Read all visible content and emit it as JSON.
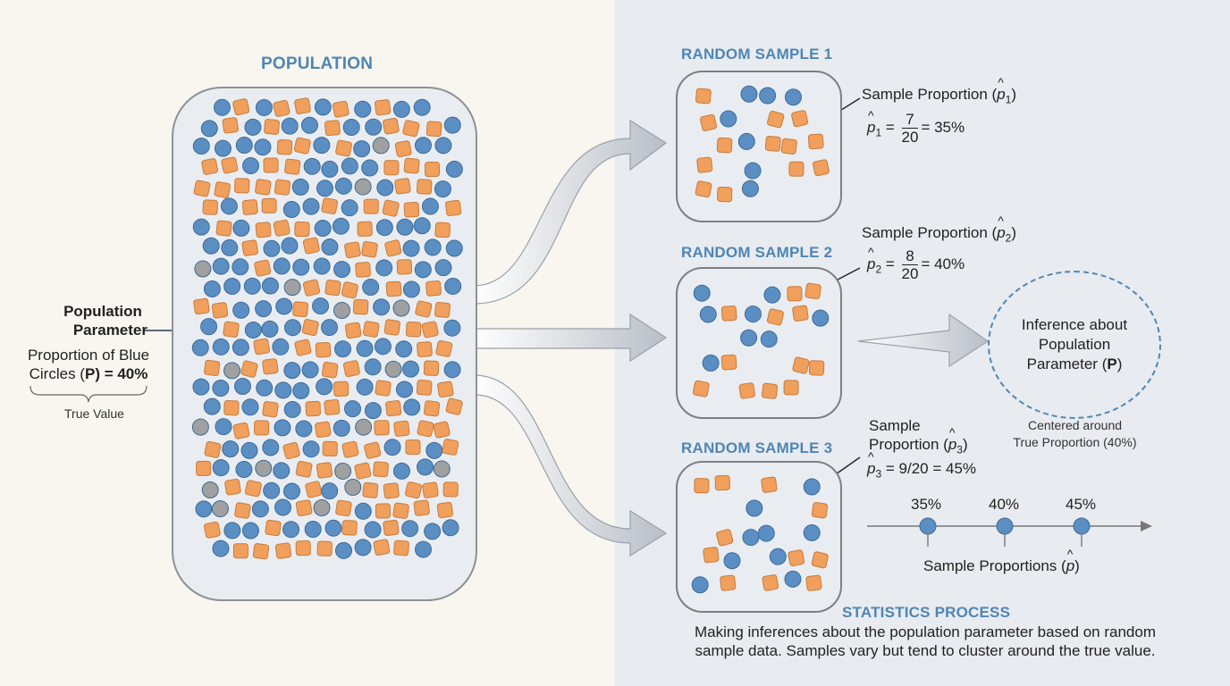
{
  "population": {
    "title": "POPULATION",
    "param_title_1": "Population",
    "param_title_2": "Parameter",
    "param_desc_1": "Proportion of Blue",
    "param_desc_2a": "Circles (",
    "param_desc_2b": "P",
    "param_desc_2c": ") = 40%",
    "true_value": "True Value"
  },
  "samples": [
    {
      "title": "RANDOM SAMPLE 1",
      "label": "Sample Proportion (",
      "label_close": ")",
      "sub": "1",
      "eq": " = ",
      "numerator": "7",
      "denominator": "20",
      "result": "= 35%"
    },
    {
      "title": "RANDOM SAMPLE 2",
      "label": "Sample Proportion (",
      "label_close": ")",
      "sub": "2",
      "eq": " = ",
      "numerator": "8",
      "denominator": "20",
      "result": "= 40%"
    },
    {
      "title": "RANDOM SAMPLE 3",
      "label_1": "Sample",
      "label_2": "Proportion (",
      "label_close": ")",
      "sub": "3",
      "formula": " = 9/20 = 45%"
    }
  ],
  "inference": {
    "text_1": "Inference about",
    "text_2": "Population",
    "text_3a": "Parameter (",
    "text_3b": "P",
    "text_3c": ")",
    "note_1": "Centered around",
    "note_2": "True Proportion (40%)"
  },
  "number_line": {
    "ticks": [
      "35%",
      "40%",
      "45%"
    ],
    "label": "Sample Proportions (",
    "label_close": ")"
  },
  "process": {
    "title": "STATISTICS PROCESS",
    "line_1": "Making inferences about the population parameter based on random",
    "line_2": "sample data. Samples vary but tend to cluster around the true value."
  },
  "p_symbol": "p",
  "colors": {
    "blue": "#5b8fc4",
    "orange": "#f0a05c",
    "gray": "#a0a0a0",
    "accent": "#4f86b3"
  }
}
